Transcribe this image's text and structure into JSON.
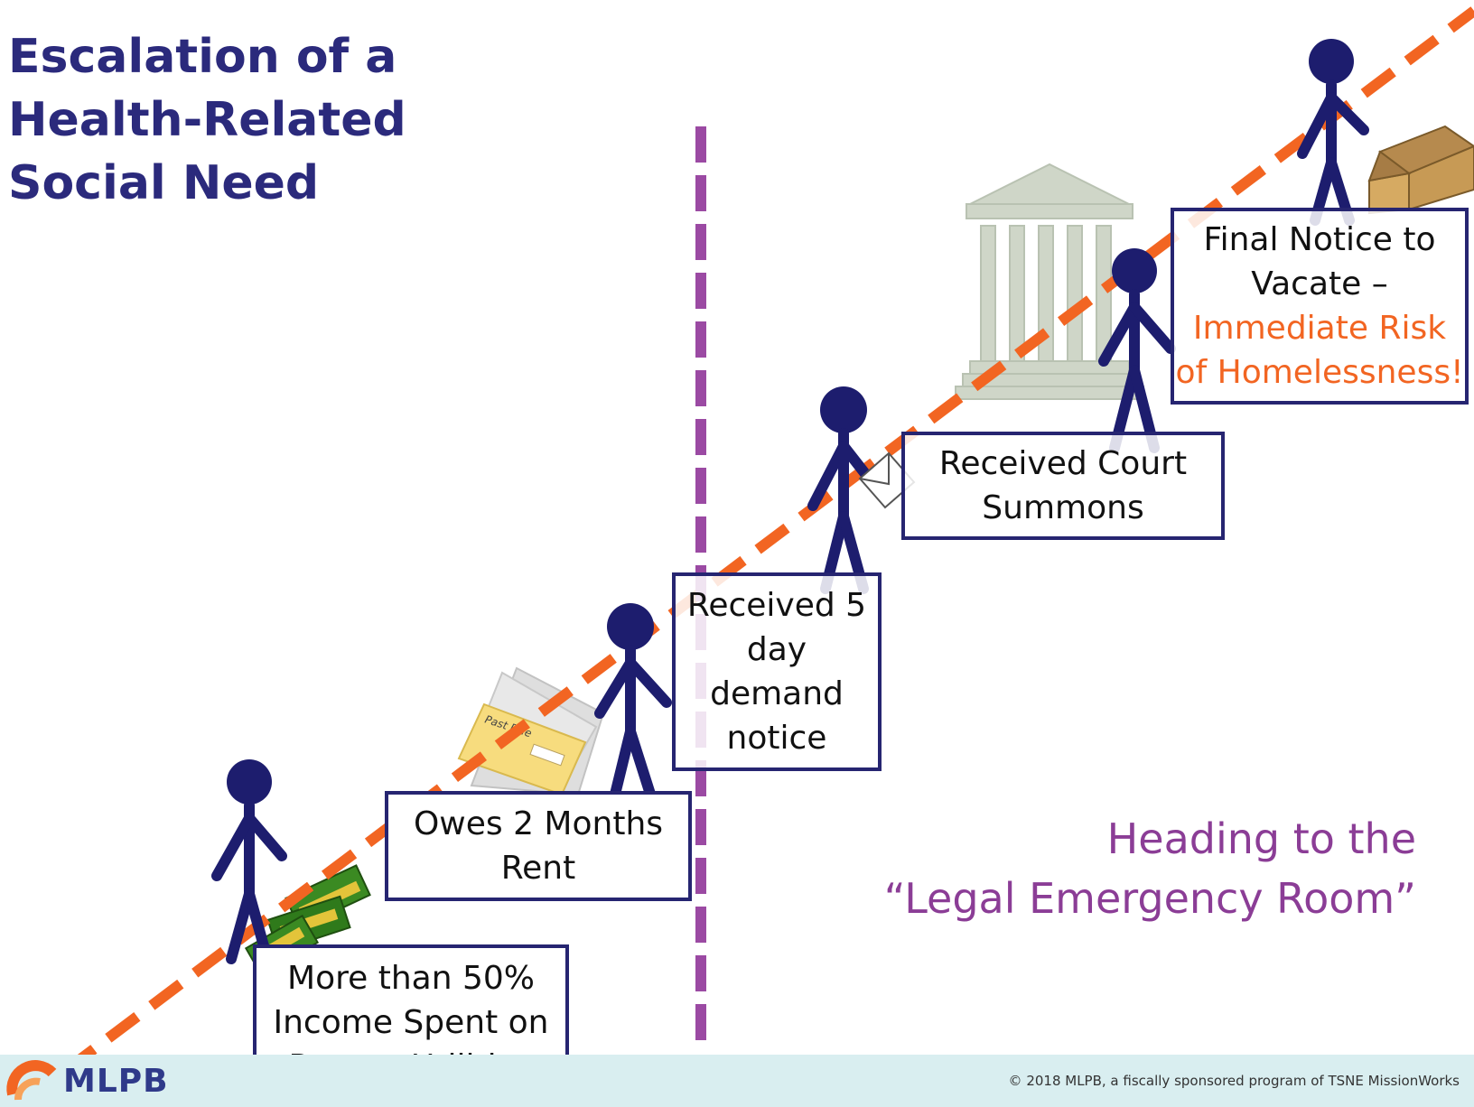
{
  "title": {
    "line1": "Escalation of a",
    "line2": "Health-Related",
    "line3": "Social Need"
  },
  "steps": [
    {
      "lines": [
        "More than 50%",
        "Income Spent on",
        "Rent + Utilities"
      ]
    },
    {
      "lines": [
        "Owes 2 Months",
        "Rent"
      ]
    },
    {
      "lines": [
        "Received 5",
        "day",
        "demand",
        "notice"
      ]
    },
    {
      "lines": [
        "Received Court",
        "Summons"
      ]
    },
    {
      "lines": [
        "Final Notice to",
        "Vacate –"
      ],
      "risk_lines": [
        "Immediate Risk",
        "of Homelessness!"
      ]
    }
  ],
  "heading": {
    "line1": "Heading to the",
    "line2": "“Legal Emergency Room”"
  },
  "illustration_labels": {
    "envelope": "Past Due"
  },
  "footer": {
    "logo": "MLPB",
    "copyright": "© 2018 MLPB, a fiscally sponsored program of TSNE MissionWorks"
  },
  "colors": {
    "title": "#2b2a7c",
    "figure": "#1d1d6e",
    "box_border": "#262571",
    "trend_line": "#f26522",
    "divider": "#9b4aa3",
    "heading": "#8b3d96",
    "risk_text": "#f26522",
    "footer_bg": "#d9eef0"
  },
  "icons": [
    "cash-icon",
    "past-due-envelope-icon",
    "letter-icon",
    "courthouse-icon",
    "moving-box-icon",
    "mlpb-logo-icon"
  ]
}
